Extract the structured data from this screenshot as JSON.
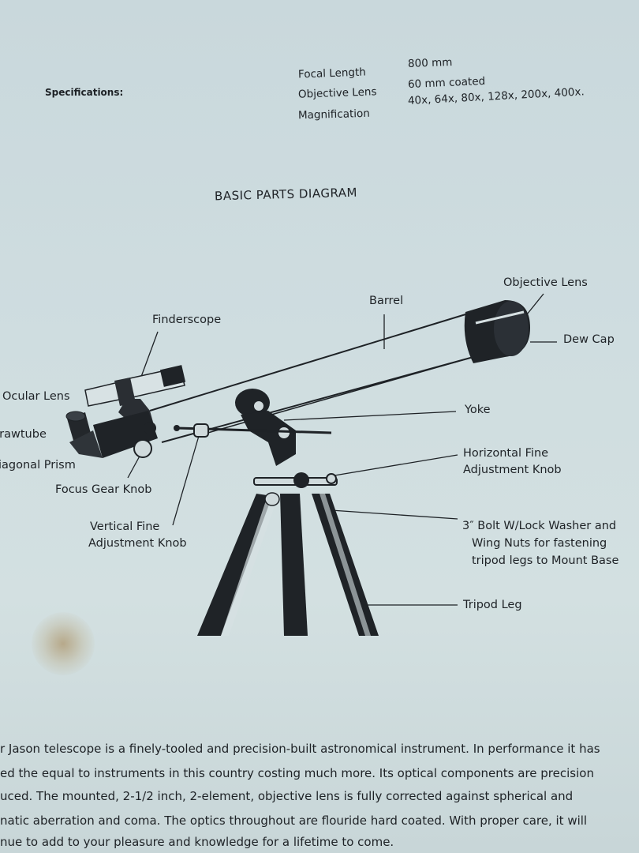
{
  "specs": {
    "heading": "Specifications:",
    "rows": [
      {
        "label": "Focal Length",
        "value": "800 mm"
      },
      {
        "label": "Objective Lens",
        "value": "60 mm coated"
      },
      {
        "label": "Magnification",
        "value": "40x, 64x, 80x, 128x, 200x, 400x."
      }
    ]
  },
  "diagram": {
    "title": "BASIC PARTS DIAGRAM",
    "labels": {
      "objective_lens": "Objective Lens",
      "barrel": "Barrel",
      "finderscope": "Finderscope",
      "dew_cap": "Dew Cap",
      "ocular_lens": "Ocular Lens",
      "drawtube": "Drawtube",
      "diagonal_prism": "iagonal Prism",
      "yoke": "Yoke",
      "horizontal_fine_1": "Horizontal Fine",
      "horizontal_fine_2": "Adjustment Knob",
      "focus_gear": "Focus Gear Knob",
      "vertical_fine_1": "Vertical Fine",
      "vertical_fine_2": "Adjustment Knob",
      "bolt_1": "3″ Bolt W/Lock Washer and",
      "bolt_2": "Wing Nuts for fastening",
      "bolt_3": "tripod legs to Mount Base",
      "tripod_leg": "Tripod Leg"
    }
  },
  "paragraph": [
    "r Jason telescope is a finely-tooled and precision-built astronomical instrument.   In performance it has",
    "ed the equal to instruments in this country costing much more.   Its optical components are precision",
    "uced.   The mounted, 2-1/2 inch, 2-element, objective lens is fully corrected against spherical and",
    "natic aberration and coma.   The optics throughout are flouride hard coated.   With proper care, it will",
    "nue to add to your pleasure and knowledge for a lifetime to come."
  ]
}
